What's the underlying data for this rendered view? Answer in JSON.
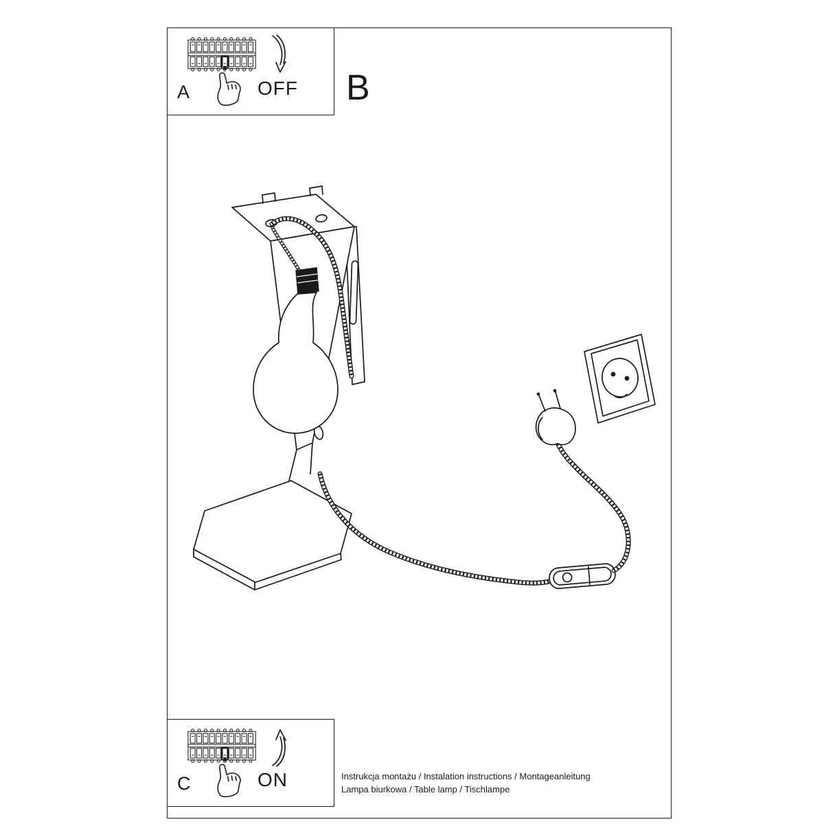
{
  "colors": {
    "ink": "#1a1a1a",
    "paper": "#ffffff"
  },
  "panel_a": {
    "label": "A",
    "state_label": "OFF"
  },
  "panel_b": {
    "label": "B"
  },
  "panel_c": {
    "label": "C",
    "state_label": "ON"
  },
  "footer": {
    "line1": "Instrukcja montażu / Instalation instructions / Montageanleitung",
    "line2": "Lampa biurkowa / Table lamp / Tischlampe"
  },
  "icons": {
    "breaker_panel": "breaker-panel-icon",
    "pressing_hand": "pressing-hand-icon",
    "arrow_down": "curved-arrow-down-icon",
    "arrow_up": "curved-arrow-up-icon"
  },
  "illustration": {
    "subject": "table lamp with bulb, coiled power cable, inline switch, plug and wall socket"
  }
}
